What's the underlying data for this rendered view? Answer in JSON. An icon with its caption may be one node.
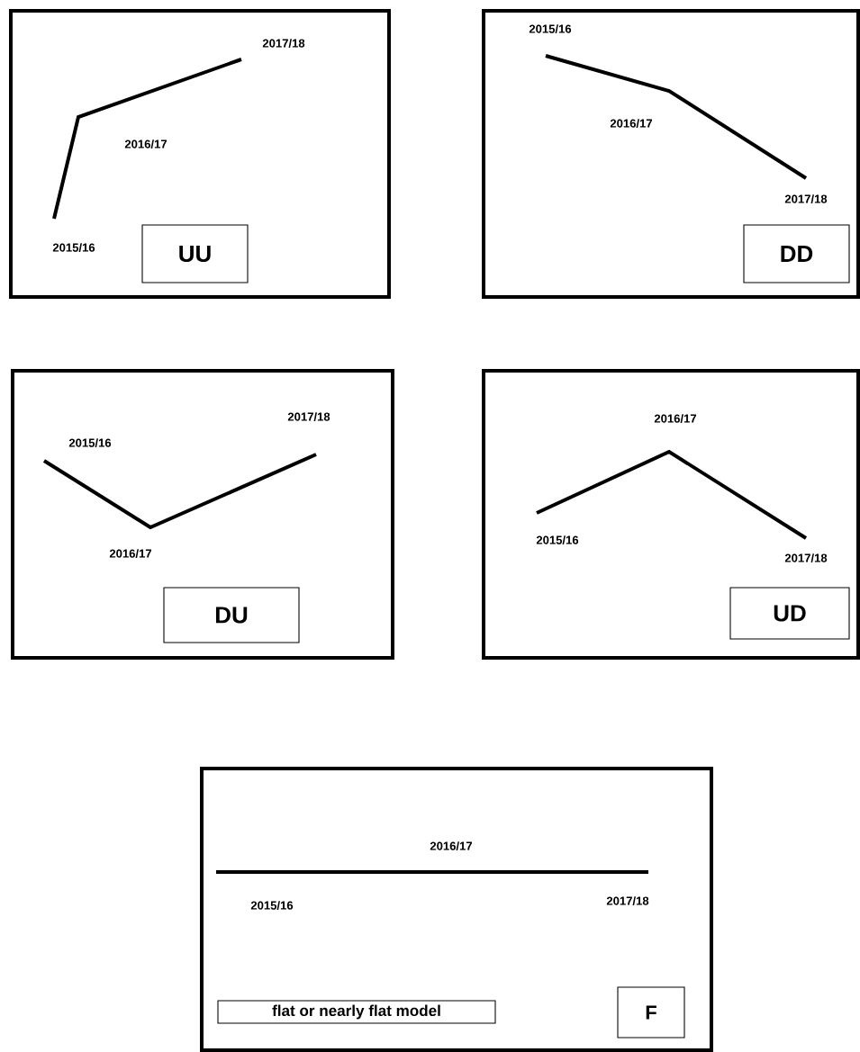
{
  "diagram": {
    "nodes": [
      {
        "text": [],
        "shape": "box"
      },
      {
        "text": [
          "2017/18"
        ],
        "in": 0
      },
      {
        "text": [
          "2016/17"
        ],
        "in": 0
      },
      {
        "text": [
          "2015/16"
        ],
        "in": 0
      },
      {
        "text": [
          "UU"
        ],
        "in": 0
      },
      {
        "text": [],
        "shape": "box"
      },
      {
        "text": [
          "2015/16"
        ],
        "in": 5
      },
      {
        "text": [
          "2016/17"
        ],
        "in": 5
      },
      {
        "text": [
          "2017/18"
        ],
        "in": 5
      },
      {
        "text": [
          "DD"
        ],
        "in": 5
      },
      {
        "text": [],
        "shape": "box"
      },
      {
        "text": [
          "2017/18"
        ],
        "in": 10
      },
      {
        "text": [
          "2015/16"
        ],
        "in": 10
      },
      {
        "text": [
          "2016/17"
        ],
        "in": 10
      },
      {
        "text": [
          "DU"
        ],
        "in": 10
      },
      {
        "text": [],
        "shape": "box"
      },
      {
        "text": [
          "2016/17"
        ],
        "in": 15
      },
      {
        "text": [
          "2015/16"
        ],
        "in": 15
      },
      {
        "text": [
          "2017/18"
        ],
        "in": 15
      },
      {
        "text": [
          "UD"
        ],
        "in": 15
      },
      {
        "text": [],
        "shape": "box"
      },
      {
        "text": [
          "2016/17"
        ],
        "in": 20
      },
      {
        "text": [
          "2017/18"
        ],
        "in": 20
      },
      {
        "text": [
          "2015/16"
        ],
        "in": 20
      },
      {
        "text": [
          "flat or nearly flat model"
        ],
        "in": 20
      },
      {
        "text": [
          "F"
        ],
        "in": 20
      }
    ]
  }
}
